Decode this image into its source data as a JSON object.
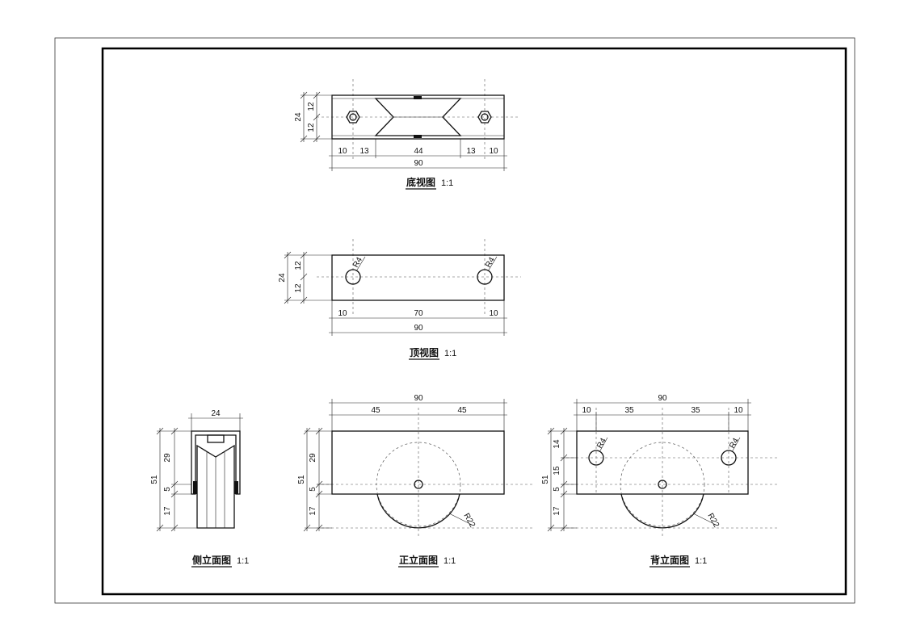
{
  "views": {
    "bottom": {
      "title": "底视图",
      "scale": "1:1",
      "dims": {
        "h1": "12",
        "h2": "12",
        "total_h": "24",
        "w1": "10",
        "w2": "13",
        "w3": "44",
        "w4": "13",
        "w5": "10",
        "total_w": "90"
      }
    },
    "top": {
      "title": "顶视图",
      "scale": "1:1",
      "dims": {
        "h1": "12",
        "h2": "12",
        "total_h": "24",
        "w1": "10",
        "w2": "70",
        "w3": "10",
        "total_w": "90",
        "r_left": "R4",
        "r_right": "R4"
      }
    },
    "side": {
      "title": "侧立面图",
      "scale": "1:1",
      "dims": {
        "w": "24",
        "total_h": "51",
        "h1": "29",
        "h2": "5",
        "h3": "17"
      }
    },
    "front": {
      "title": "正立面图",
      "scale": "1:1",
      "dims": {
        "total_w": "90",
        "w1": "45",
        "w2": "45",
        "total_h": "51",
        "h1": "29",
        "h2": "5",
        "h3": "17",
        "radius": "R22"
      }
    },
    "back": {
      "title": "背立面图",
      "scale": "1:1",
      "dims": {
        "total_w": "90",
        "w1": "10",
        "w2": "35",
        "w3": "35",
        "w4": "10",
        "total_h": "51",
        "h1": "14",
        "h2": "15",
        "h3": "5",
        "h4": "17",
        "radius": "R22",
        "r_left": "R4",
        "r_right": "R4"
      }
    }
  }
}
